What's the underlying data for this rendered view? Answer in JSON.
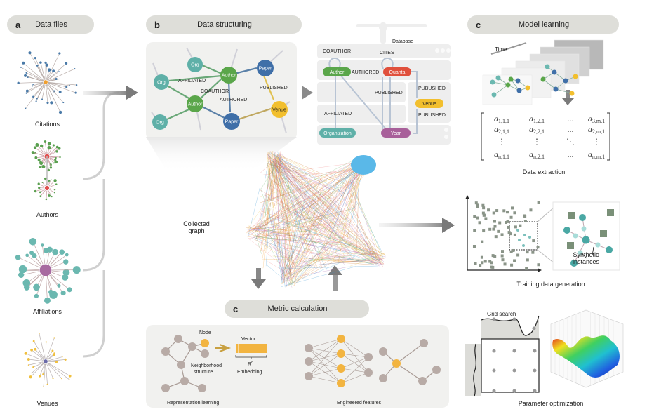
{
  "panels": {
    "a": {
      "letter": "a",
      "title": "Data files"
    },
    "b": {
      "letter": "b",
      "title": "Data structuring"
    },
    "c_model": {
      "letter": "c",
      "title": "Model learning"
    },
    "c_metric": {
      "letter": "c",
      "title": "Metric calculation"
    }
  },
  "data_files": {
    "items": [
      {
        "label": "Citations",
        "center_color": "#f0a030",
        "node_color": "#4a7aa8"
      },
      {
        "label": "Authors",
        "center_color": "#e05050",
        "node_color": "#5aa050"
      },
      {
        "label": "Affiliations",
        "center_color": "#a86aa0",
        "node_color": "#6bb8b0"
      },
      {
        "label": "Venues",
        "center_color": "#6a6aa8",
        "node_color": "#f0c040"
      }
    ]
  },
  "schema_graph": {
    "nodes": [
      {
        "label": "Org",
        "type": "org"
      },
      {
        "label": "Org",
        "type": "org"
      },
      {
        "label": "Org",
        "type": "org"
      },
      {
        "label": "Author",
        "type": "author"
      },
      {
        "label": "Author",
        "type": "author"
      },
      {
        "label": "Paper",
        "type": "paper"
      },
      {
        "label": "Paper",
        "type": "paper"
      },
      {
        "label": "Venue",
        "type": "venue"
      }
    ],
    "edge_labels": {
      "affiliated": "AFFILIATED",
      "coauthor": "COAUTHOR",
      "authored": "AUTHORED",
      "published": "PUBLISHED"
    },
    "colors": {
      "org": "#5fb0a8",
      "author": "#5aa64a",
      "paper": "#3f6fa8",
      "venue": "#f2bf2e"
    }
  },
  "database": {
    "title": "Database",
    "nodes": {
      "author": "Author",
      "quanta": "Quanta",
      "venue": "Venue",
      "organization": "Organization",
      "year": "Year"
    },
    "edge_labels": {
      "coauthor": "COAUTHOR",
      "cites": "CITES",
      "authored": "AUTHORED",
      "published_left": "PUBLISHED",
      "published_right_top": "PUBUSHED",
      "published_right_bottom": "PUBUSHED",
      "affiliated": "AFFILIATED"
    },
    "colors": {
      "author": "#5aa64a",
      "quanta": "#e0503c",
      "venue": "#f2bf2e",
      "organization": "#5fb0a8",
      "year": "#a8609a"
    }
  },
  "collected_graph": {
    "label": "Collected graph"
  },
  "model_learning": {
    "time_label": "Time",
    "matrix": {
      "rows": [
        [
          "a1,1,1",
          "a1,2,1",
          "...",
          "a3,m,1"
        ],
        [
          "a2,1,1",
          "a2,2,1",
          "...",
          "a2,m,1"
        ],
        [
          "⋮",
          "⋮",
          "⋱",
          "⋮"
        ],
        [
          "an,1,1",
          "an,2,1",
          "...",
          "an,m,1"
        ]
      ]
    },
    "data_extraction_label": "Data extraction",
    "synthetic_label_1": "Synthetic",
    "synthetic_label_2": "instances",
    "training_label": "Training data generation",
    "grid_search_label": "Grid search",
    "param_opt_label": "Parameter optimization"
  },
  "metric": {
    "node_label": "Node",
    "vector_label": "Vector",
    "rd_label": "R",
    "rd_sup": "d",
    "neighborhood_1": "Neighborhood",
    "neighborhood_2": "structure",
    "embedding_label": "Embedding",
    "repr_label": "Representation learning",
    "engineered_label": "Engineered features"
  }
}
